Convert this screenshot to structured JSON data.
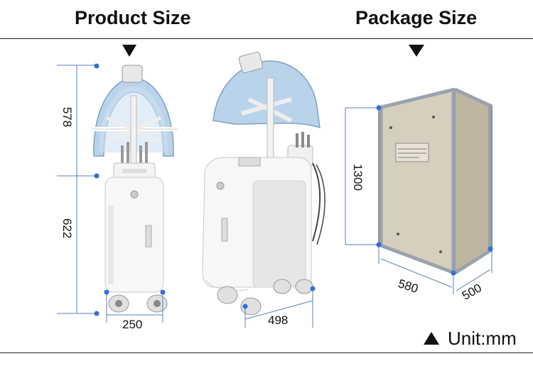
{
  "headings": {
    "product": "Product Size",
    "package": "Package Size"
  },
  "dimensions": {
    "upper_height": "578",
    "lower_height": "622",
    "front_width": "250",
    "side_depth": "498",
    "box_height": "1300",
    "box_width": "580",
    "box_depth": "500"
  },
  "unit_label": "Unit:mm",
  "colors": {
    "accent_dot": "#2f6fd6",
    "line": "#5a7fb8",
    "text": "#111111"
  },
  "icons": [
    "triangle-down-icon",
    "triangle-up-icon"
  ]
}
